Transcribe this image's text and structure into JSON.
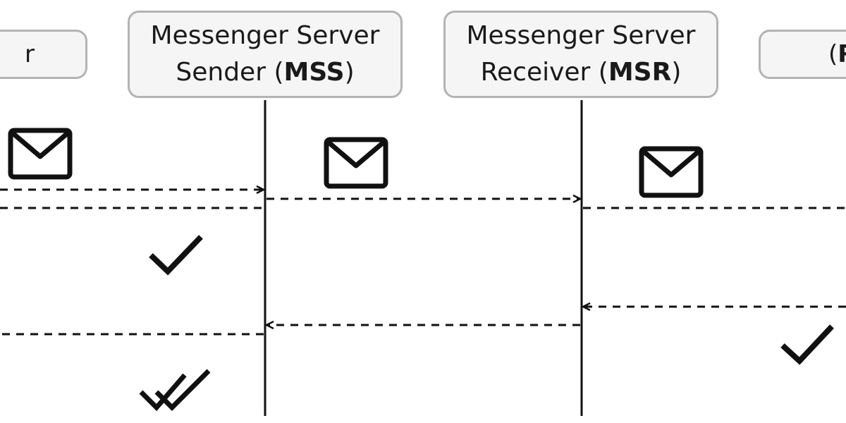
{
  "actors": [
    {
      "id": "left-partial",
      "line1": "",
      "name_prefix": "",
      "abbr": "",
      "name_suffix": "r"
    },
    {
      "id": "mss",
      "line1": "Messenger Server",
      "name_prefix": "Sender (",
      "abbr": "MSS",
      "name_suffix": ")"
    },
    {
      "id": "msr",
      "line1": "Messenger Server",
      "name_prefix": "Receiver (",
      "abbr": "MSR",
      "name_suffix": ")"
    },
    {
      "id": "right-partial",
      "line1": "",
      "name_prefix": "(",
      "abbr": "R",
      "name_suffix": ""
    }
  ],
  "icons": [
    "envelope-icon",
    "check-icon",
    "double-check-icon"
  ],
  "colors": {
    "line": "#111111",
    "box_fill": "#f5f5f5",
    "box_border": "#b3b3b3",
    "text": "#1a1a1a"
  }
}
